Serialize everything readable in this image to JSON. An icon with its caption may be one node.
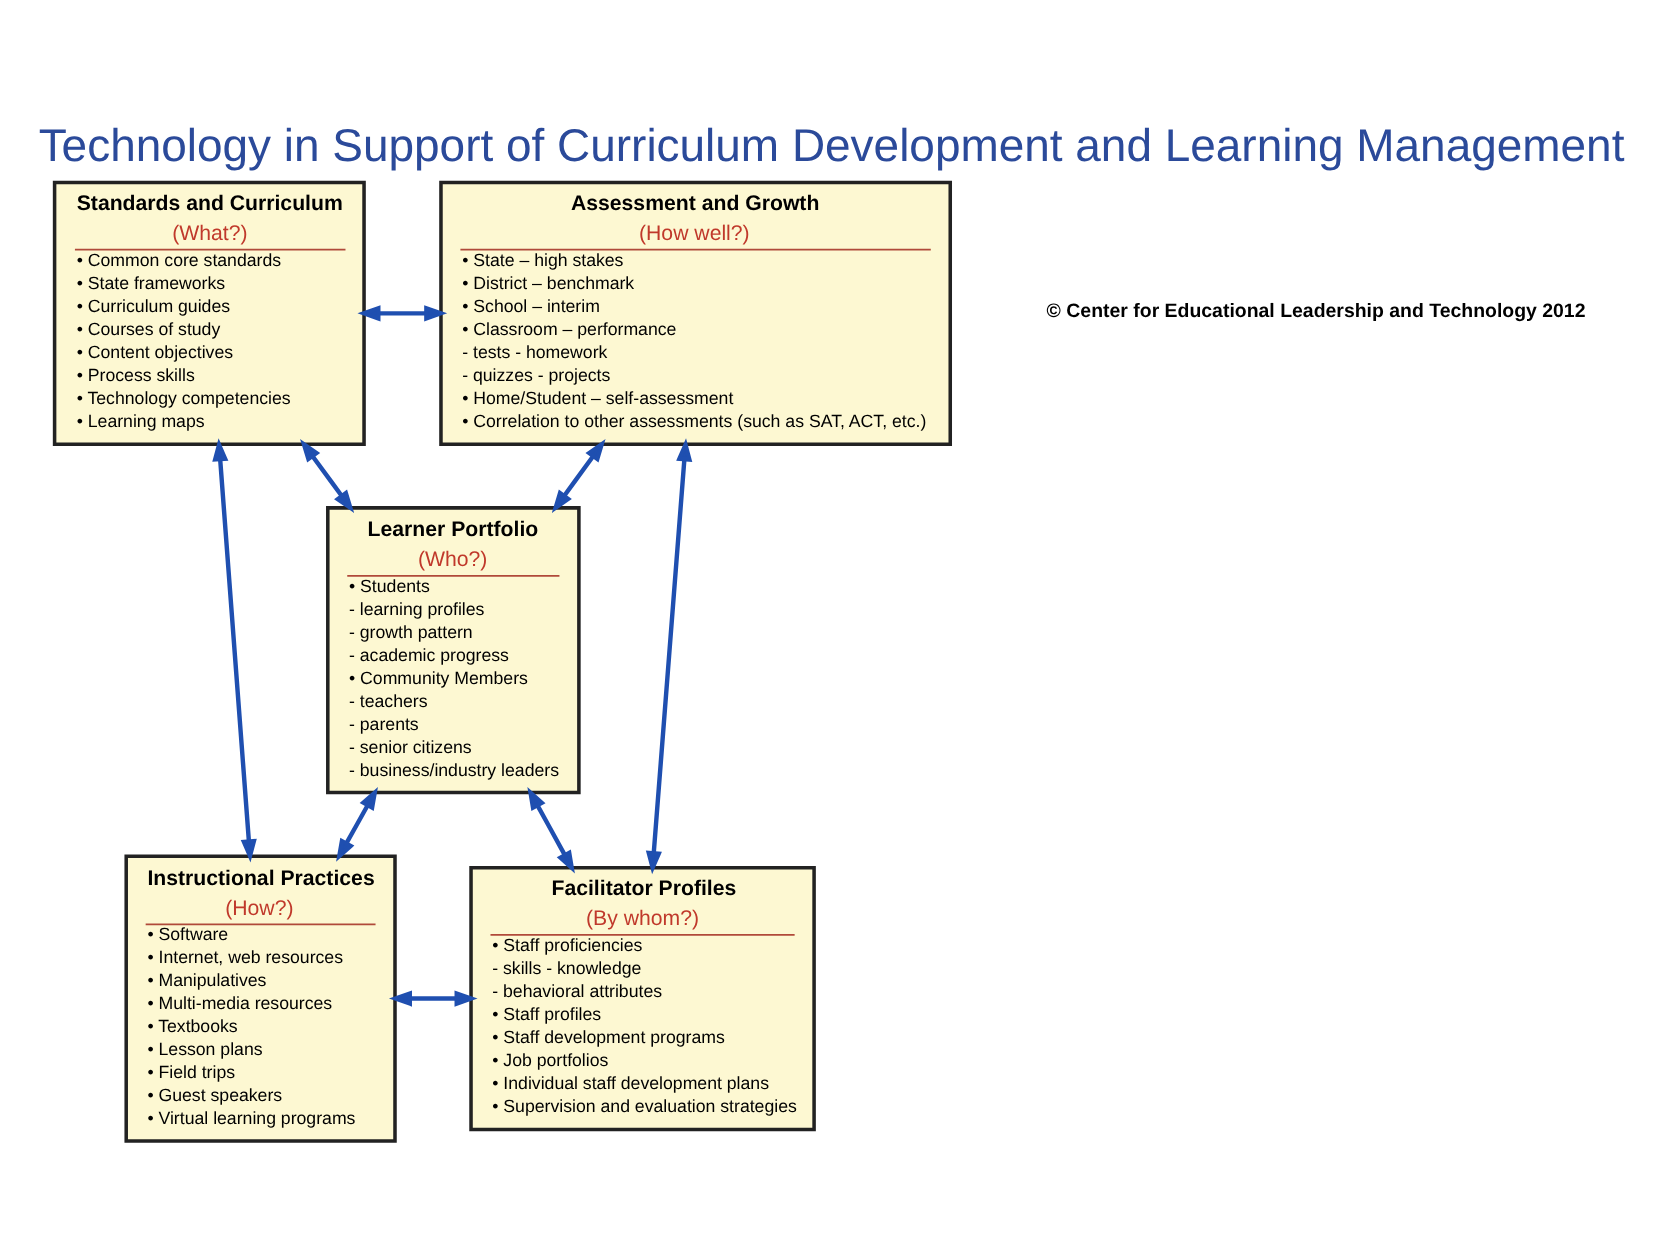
{
  "diagram": {
    "title": "Technology in Support of Curriculum Development and Learning Management",
    "nodes": [
      {
        "text": [
          "Standards and Curriculum",
          "(What?)",
          "• Common core standards",
          "• State frameworks",
          "• Curriculum guides",
          "• Courses of study",
          "• Content objectives",
          "• Process skills",
          "• Technology competencies",
          "• Learning maps"
        ]
      },
      {
        "text": [
          "Assessment and Growth",
          "(How well?)",
          "• State – high stakes",
          "• District – benchmark",
          "• School – interim",
          "• Classroom – performance",
          "- tests - homework",
          "- quizzes - projects",
          "• Home/Student – self-assessment",
          "• Correlation to other assessments (such as SAT, ACT, etc.)"
        ]
      },
      {
        "text": [
          "Learner Portfolio",
          "(Who?)",
          "• Students",
          "- learning profiles",
          "- growth pattern",
          "- academic progress",
          "• Community Members",
          "- teachers",
          "- parents",
          "- senior citizens",
          "- business/industry leaders"
        ]
      },
      {
        "text": [
          "Instructional Practices",
          "(How?)",
          "• Software",
          "• Internet, web resources",
          "• Manipulatives",
          "• Multi-media resources",
          "• Textbooks",
          "• Lesson plans",
          "• Field trips",
          "• Guest speakers",
          "• Virtual learning programs"
        ]
      },
      {
        "text": [
          "Facilitator Profiles",
          "(By whom?)",
          "• Staff proficiencies",
          "- skills - knowledge",
          "- behavioral attributes",
          "• Staff profiles",
          "• Staff development programs",
          "• Job portfolios",
          "• Individual staff development plans",
          "• Supervision and evaluation strategies"
        ]
      }
    ],
    "edges": [
      {
        "from": 0,
        "to": 1,
        "arrow": "both"
      },
      {
        "from": 0,
        "to": 2,
        "arrow": "both"
      },
      {
        "from": 1,
        "to": 2,
        "arrow": "both"
      },
      {
        "from": 0,
        "to": 3,
        "arrow": "both"
      },
      {
        "from": 1,
        "to": 4,
        "arrow": "both"
      },
      {
        "from": 3,
        "to": 2,
        "arrow": "both"
      },
      {
        "from": 2,
        "to": 4,
        "arrow": "both"
      },
      {
        "from": 3,
        "to": 4,
        "arrow": "both"
      }
    ],
    "labels": [
      "© Center for Educational Leadership and Technology 2012"
    ]
  }
}
